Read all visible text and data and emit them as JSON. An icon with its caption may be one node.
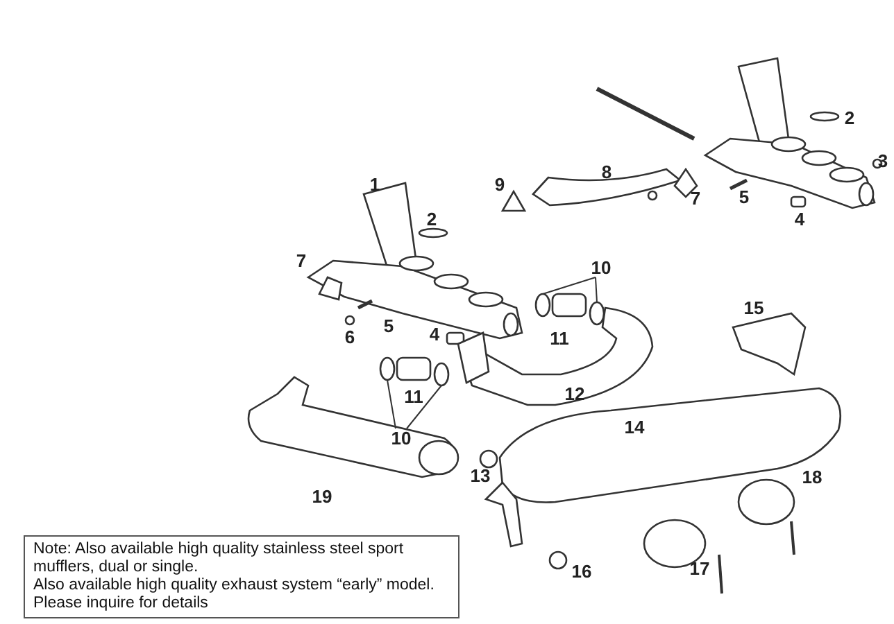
{
  "diagram": {
    "nodes": [
      {
        "text": [
          "10"
        ]
      },
      {
        "text": [
          "10"
        ]
      },
      {
        "text": [
          "Note: Also available high quality stainless steel sport mufflers, dual or single.",
          "Also available high quality exhaust system “early” model.",
          "Please inquire for details"
        ]
      },
      {
        "text": [],
        "shape": "circle"
      },
      {
        "text": [],
        "shape": "circle"
      },
      {
        "text": [],
        "shape": "circle"
      },
      {
        "text": [],
        "shape": "circle"
      }
    ],
    "edges": [
      {
        "from": 0,
        "to": 3,
        "arrow": "none"
      },
      {
        "from": 0,
        "to": 4,
        "arrow": "none"
      },
      {
        "from": 1,
        "to": 5,
        "arrow": "none"
      },
      {
        "from": 1,
        "to": 6,
        "arrow": "none"
      }
    ],
    "labels": [
      "2",
      "3",
      "1",
      "9",
      "8",
      "7",
      "5",
      "4",
      "2",
      "7",
      "5",
      "6",
      "4",
      "11",
      "15",
      "12",
      "11",
      "14",
      "13",
      "19",
      "18",
      "16",
      "17"
    ]
  }
}
